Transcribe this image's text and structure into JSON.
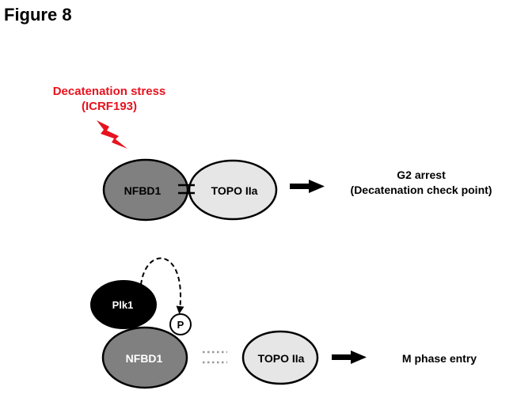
{
  "figure_title": "Figure 8",
  "stress": {
    "line1": "Decatenation stress",
    "line2": "(ICRF193)",
    "color": "#e8121e"
  },
  "top_panel": {
    "nfbd1_label": "NFBD1",
    "topo_label": "TOPO IIa",
    "outcome_line1": "G2 arrest",
    "outcome_line2": "(Decatenation check point)"
  },
  "bottom_panel": {
    "plk1_label": "Plk1",
    "phospho_label": "P",
    "nfbd1_label": "NFBD1",
    "topo_label": "TOPO IIa",
    "outcome": "M phase entry"
  },
  "colors": {
    "nfbd1_fill": "#808080",
    "topo_fill": "#e6e6e6",
    "plk1_fill": "#000000",
    "outline": "#000000",
    "dotted": "#999999"
  }
}
